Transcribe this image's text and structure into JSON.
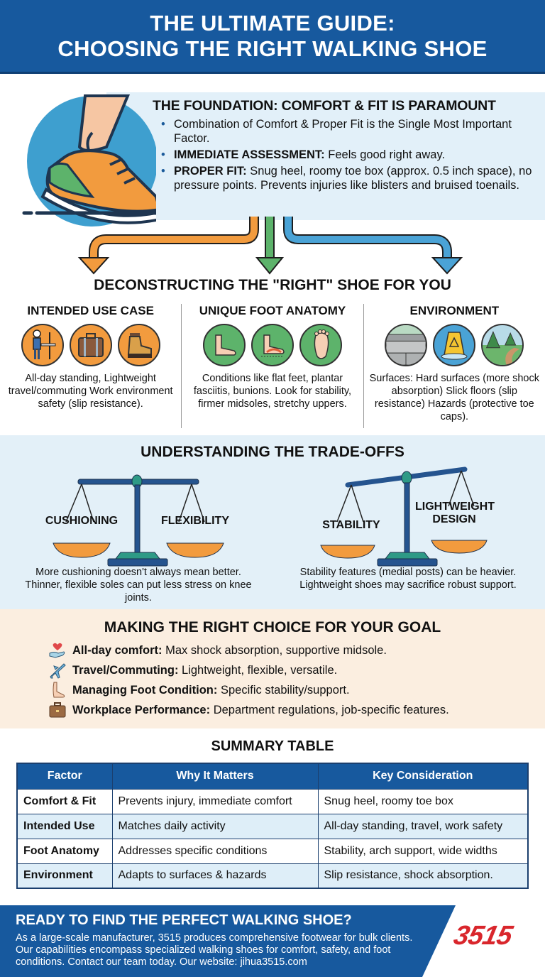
{
  "header": {
    "title_line1": "THE ULTIMATE GUIDE:",
    "title_line2": "CHOOSING THE RIGHT WALKING SHOE"
  },
  "foundation": {
    "title": "THE FOUNDATION: COMFORT & FIT IS PARAMOUNT",
    "bullets": [
      {
        "bold": "",
        "text": "Combination of Comfort & Proper Fit is the Single Most Important Factor."
      },
      {
        "bold": "IMMEDIATE ASSESSMENT:",
        "text": " Feels good right away."
      },
      {
        "bold": "PROPER FIT:",
        "text": " Snug heel, roomy toe box (approx. 0.5 inch space), no pressure points. Prevents injuries like blisters and bruised toenails."
      }
    ],
    "illustration": "shoe-foot-icon"
  },
  "deconstructing": {
    "title": "DECONSTRUCTING THE \"RIGHT\" SHOE FOR YOU",
    "columns": [
      {
        "title": "INTENDED USE CASE",
        "icons": [
          "standing-desk-icon",
          "suitcase-icon",
          "work-boot-icon"
        ],
        "description": "All-day standing, Lightweight travel/commuting Work environment safety (slip resistance)."
      },
      {
        "title": "UNIQUE FOOT ANATOMY",
        "icons": [
          "flat-foot-icon",
          "plantar-fasciitis-icon",
          "bunion-foot-icon"
        ],
        "description": "Conditions like flat feet, plantar fasciitis, bunions. Look for stability, firmer midsoles, stretchy uppers."
      },
      {
        "title": "ENVIRONMENT",
        "icons": [
          "hard-surface-icon",
          "wet-floor-sign-icon",
          "trail-icon"
        ],
        "description": "Surfaces: Hard surfaces (more shock absorption) Slick floors (slip resistance) Hazards (protective toe caps)."
      }
    ],
    "arrow_colors": [
      "#f29b3e",
      "#5db36b",
      "#4aa3d6"
    ]
  },
  "tradeoffs": {
    "title": "UNDERSTANDING THE TRADE-OFFS",
    "left": {
      "label_left": "CUSHIONING",
      "label_right": "FLEXIBILITY",
      "description": "More cushioning doesn't always mean better. Thinner, flexible soles can put less stress on knee joints."
    },
    "right": {
      "label_left": "STABILITY",
      "label_right": "LIGHTWEIGHT DESIGN",
      "description": "Stability features (medial posts) can be heavier. Lightweight shoes may sacrifice robust support."
    }
  },
  "goals": {
    "title": "MAKING THE RIGHT CHOICE FOR YOUR GOAL",
    "items": [
      {
        "icon": "heart-hand-icon",
        "bold": "All-day comfort:",
        "text": " Max shock absorption, supportive midsole."
      },
      {
        "icon": "airplane-icon",
        "bold": "Travel/Commuting:",
        "text": " Lightweight, flexible, versatile."
      },
      {
        "icon": "foot-icon",
        "bold": "Managing Foot Condition:",
        "text": " Specific stability/support."
      },
      {
        "icon": "briefcase-icon",
        "bold": "Workplace Performance:",
        "text": " Department regulations, job-specific features."
      }
    ]
  },
  "summary": {
    "title": "SUMMARY TABLE",
    "headers": [
      "Factor",
      "Why It Matters",
      "Key Consideration"
    ],
    "rows": [
      [
        "Comfort & Fit",
        "Prevents injury, immediate comfort",
        "Snug heel, roomy toe box"
      ],
      [
        "Intended Use",
        "Matches daily activity",
        "All-day standing, travel, work safety"
      ],
      [
        "Foot Anatomy",
        "Addresses specific conditions",
        "Stability, arch support, wide widths"
      ],
      [
        "Environment",
        "Adapts to surfaces & hazards",
        "Slip resistance, shock absorption."
      ]
    ]
  },
  "footer": {
    "title": "READY TO FIND THE PERFECT WALKING SHOE?",
    "body": "As a large-scale manufacturer, 3515 produces comprehensive footwear for bulk clients. Our capabilities encompass specialized walking shoes for comfort, safety, and foot conditions. Contact our team today. Our website: jihua3515.com",
    "logo": "3515"
  },
  "colors": {
    "brand_blue": "#17599e",
    "light_blue_bg": "#e3f0f8",
    "peach_bg": "#fbeee0",
    "orange": "#f29b3e",
    "green": "#5db36b",
    "sky_blue": "#4aa3d6",
    "logo_red": "#d9262c"
  }
}
